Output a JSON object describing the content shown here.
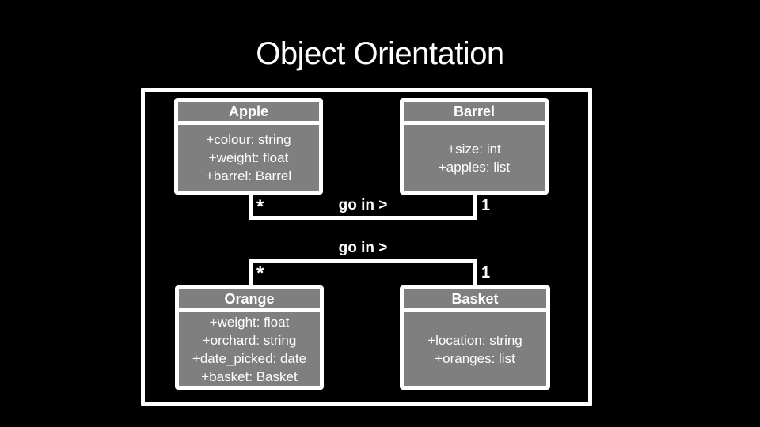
{
  "slide": {
    "title": "Object Orientation"
  },
  "palette": {
    "background": "#000000",
    "frame_white": "#ffffff",
    "box_fill": "#7f7f7f",
    "text_white": "#ffffff"
  },
  "diagram": {
    "classes": [
      {
        "name": "Apple",
        "attributes": [
          "+colour: string",
          "+weight: float",
          "+barrel: Barrel"
        ]
      },
      {
        "name": "Barrel",
        "attributes": [
          "+size: int",
          "+apples: list"
        ]
      },
      {
        "name": "Orange",
        "attributes": [
          "+weight: float",
          "+orchard: string",
          "+date_picked: date",
          "+basket: Basket"
        ]
      },
      {
        "name": "Basket",
        "attributes": [
          "+location: string",
          "+oranges: list"
        ]
      }
    ],
    "relationships": [
      {
        "from": "Apple",
        "to": "Barrel",
        "label": "go in >",
        "from_multiplicity": "*",
        "to_multiplicity": "1"
      },
      {
        "from": "Orange",
        "to": "Basket",
        "label": "go in >",
        "from_multiplicity": "*",
        "to_multiplicity": "1"
      }
    ]
  }
}
